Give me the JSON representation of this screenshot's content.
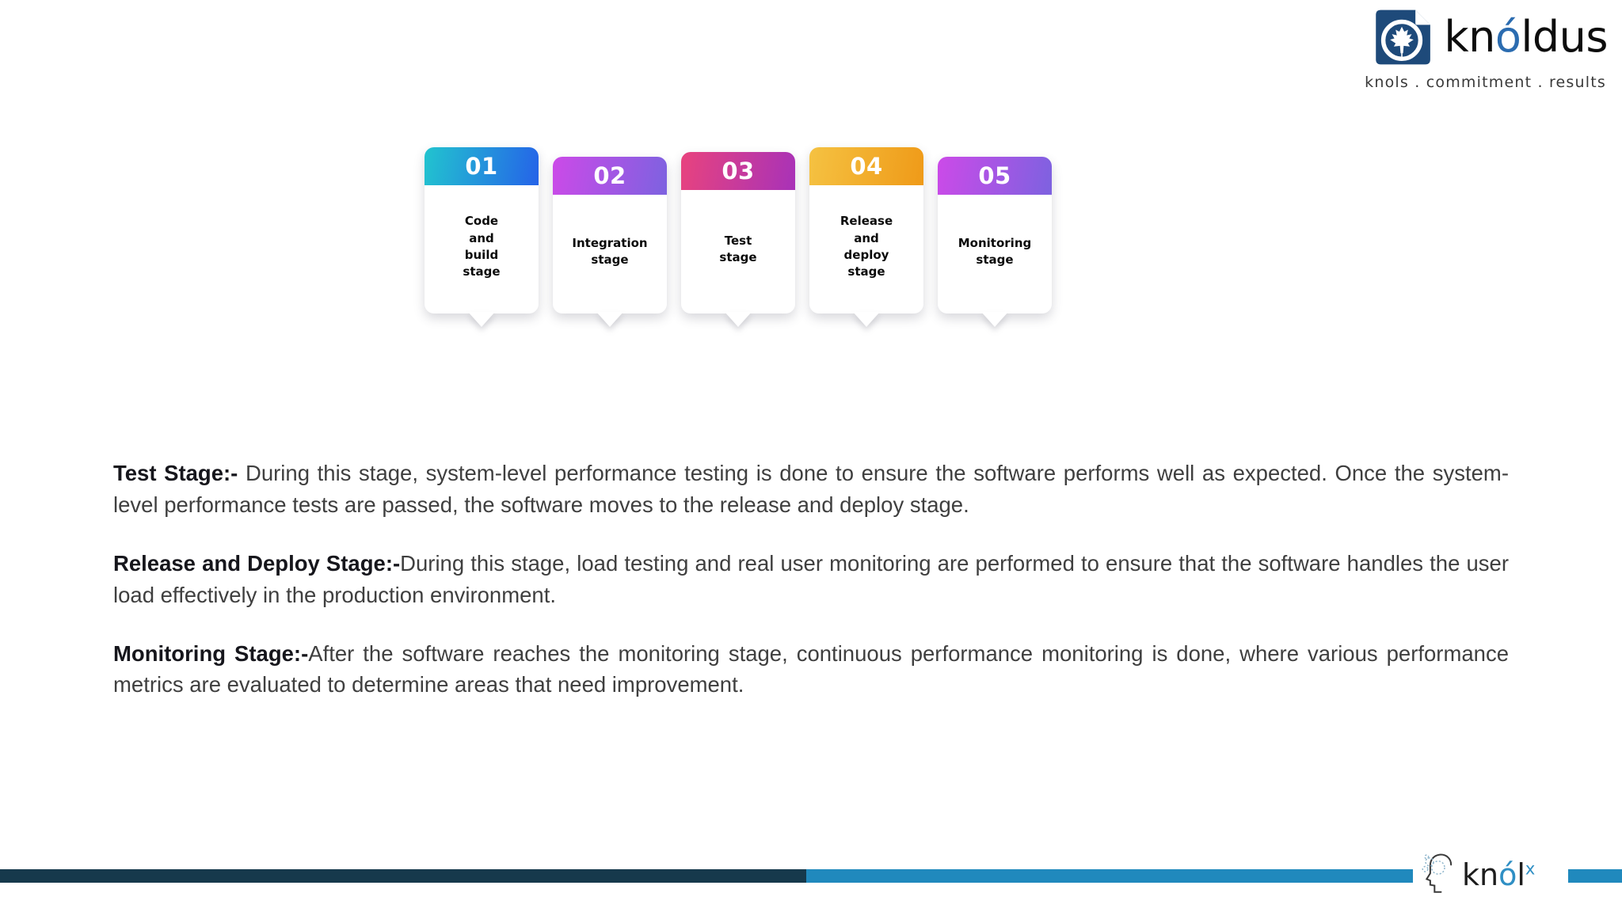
{
  "brand": {
    "icon": "knoldus-leaf-mark",
    "name_part1": "kn",
    "name_accent": "ó",
    "name_part2": "ldus",
    "tagline": "knols . commitment . results",
    "accent_color": "#2b6cb0",
    "mark_color": "#1e4a7a"
  },
  "diagram": {
    "title": "",
    "cards": [
      {
        "number": "01",
        "label": "Code\nand\nbuild\nstage",
        "gradient_from": "#22c4cf",
        "gradient_to": "#2563e8"
      },
      {
        "number": "02",
        "label": "Integration\nstage",
        "gradient_from": "#c council",
        "gradient_to": "#7d62e0"
      },
      {
        "number": "03",
        "label": "Test\nstage",
        "gradient_from": "#e8437e",
        "gradient_to": "#a832b8"
      },
      {
        "number": "04",
        "label": "Release\nand\ndeploy\nstage",
        "gradient_from": "#f5c242",
        "gradient_to": "#ef9a18"
      },
      {
        "number": "05",
        "label": "Monitoring\nstage",
        "gradient_from": "#cc4ae8",
        "gradient_to": "#7d62e0"
      }
    ]
  },
  "paragraphs": [
    {
      "lead": "Test Stage:-",
      "text": " During this stage, system-level performance testing is done to ensure the software performs well as expected. Once the system-level performance tests are passed, the software moves to the release and deploy stage."
    },
    {
      "lead": "Release and Deploy Stage:-",
      "text": "During this stage, load testing and real user monitoring are performed to ensure that the software handles the user load effectively in the production environment."
    },
    {
      "lead": "Monitoring Stage:-",
      "text": "After the software reaches the monitoring stage, continuous performance monitoring is done, where various performance metrics are evaluated to determine areas that need improvement."
    }
  ],
  "footer": {
    "bar_dark_color": "#16394c",
    "bar_light_color": "#2089bd",
    "logo": {
      "icon": "knolx-head-profile",
      "name_part1": "kn",
      "name_accent": "ó",
      "name_part2": "l",
      "superscript": "x",
      "accent_color": "#2f8fc4"
    }
  }
}
